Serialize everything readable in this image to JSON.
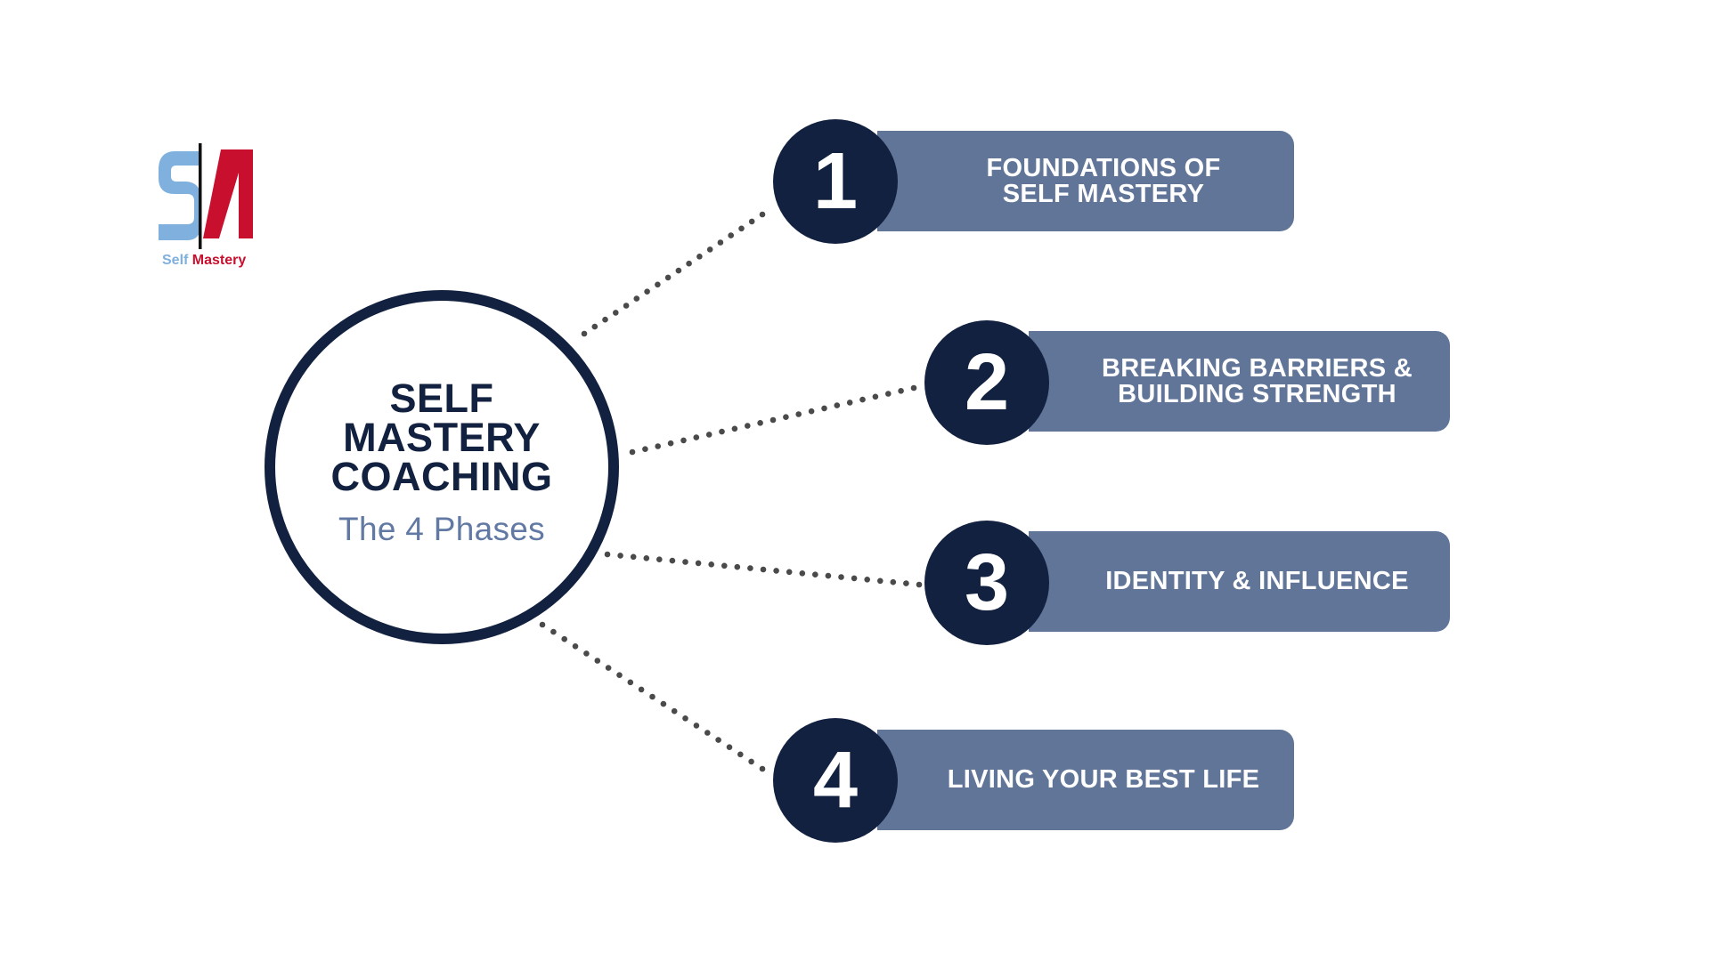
{
  "logo": {
    "word_self": "Self",
    "word_mastery": "Mastery",
    "colors": {
      "s": "#7fb0de",
      "m": "#c8102e",
      "divider": "#111111"
    }
  },
  "hub": {
    "title_lines": [
      "SELF",
      "MASTERY",
      "COACHING"
    ],
    "subtitle": "The 4 Phases"
  },
  "phases": [
    {
      "number": "1",
      "lines": [
        "FOUNDATIONS OF",
        "SELF MASTERY"
      ]
    },
    {
      "number": "2",
      "lines": [
        "BREAKING BARRIERS &",
        "BUILDING STRENGTH"
      ]
    },
    {
      "number": "3",
      "lines": [
        "IDENTITY & INFLUENCE"
      ]
    },
    {
      "number": "4",
      "lines": [
        "LIVING YOUR BEST LIFE"
      ]
    }
  ],
  "colors": {
    "navy": "#12213f",
    "pill": "#617598",
    "subtitle": "#6279a3",
    "connector": "#4a4a4a"
  }
}
